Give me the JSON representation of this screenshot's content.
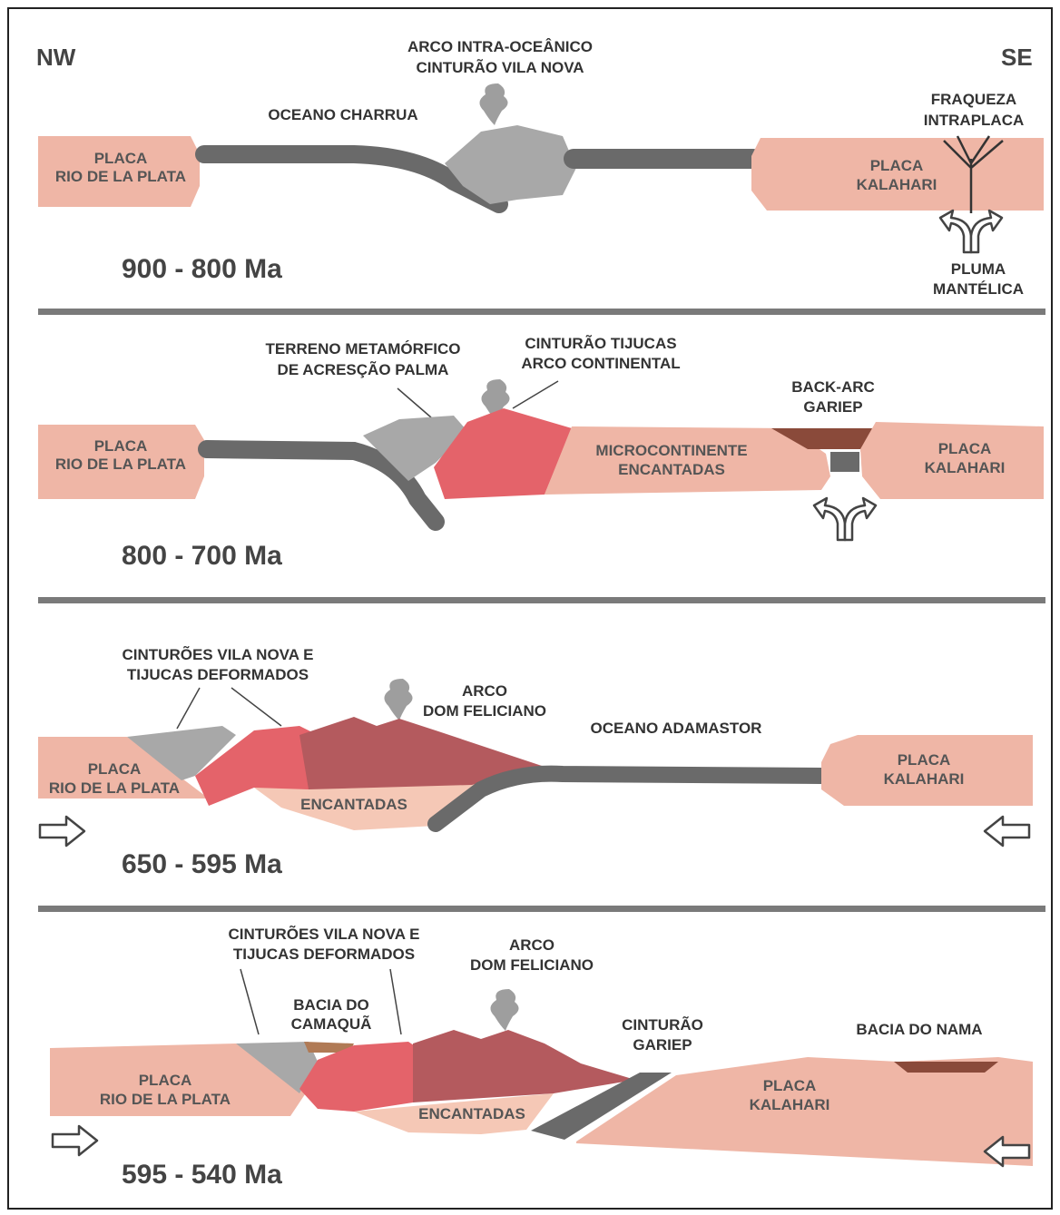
{
  "panels": [
    {
      "age": "900 - 800 Ma",
      "labels": {
        "nw": "NW",
        "se": "SE",
        "arc_line1": "ARCO INTRA-OCEÂNICO",
        "arc_line2": "CINTURÃO VILA NOVA",
        "ocean": "OCEANO CHARRUA",
        "weak_line1": "FRAQUEZA",
        "weak_line2": "INTRAPLACA",
        "plate_rp_line1": "PLACA",
        "plate_rp_line2": "RIO DE LA PLATA",
        "plate_ka_line1": "PLACA",
        "plate_ka_line2": "KALAHARI",
        "plume_line1": "PLUMA",
        "plume_line2": "MANTÉLICA"
      }
    },
    {
      "age": "800 - 700 Ma",
      "labels": {
        "terrane_line1": "TERRENO METAMÓRFICO",
        "terrane_line2": "DE ACRESÇÃO PALMA",
        "tijucas_line1": "CINTURÃO TIJUCAS",
        "tijucas_line2": "ARCO CONTINENTAL",
        "backarc_line1": "BACK-ARC",
        "backarc_line2": "GARIEP",
        "plate_rp_line1": "PLACA",
        "plate_rp_line2": "RIO DE LA PLATA",
        "micro_line1": "MICROCONTINENTE",
        "micro_line2": "ENCANTADAS",
        "plate_ka_line1": "PLACA",
        "plate_ka_line2": "KALAHARI"
      }
    },
    {
      "age": "650 - 595 Ma",
      "labels": {
        "belts_line1": "CINTURÕES VILA NOVA E",
        "belts_line2": "TIJUCAS DEFORMADOS",
        "arc_line1": "ARCO",
        "arc_line2": "DOM FELICIANO",
        "ocean": "OCEANO ADAMASTOR",
        "plate_rp_line1": "PLACA",
        "plate_rp_line2": "RIO DE LA PLATA",
        "encantadas": "ENCANTADAS",
        "plate_ka_line1": "PLACA",
        "plate_ka_line2": "KALAHARI"
      }
    },
    {
      "age": "595 - 540 Ma",
      "labels": {
        "belts_line1": "CINTURÕES VILA NOVA E",
        "belts_line2": "TIJUCAS DEFORMADOS",
        "arc_line1": "ARCO",
        "arc_line2": "DOM FELICIANO",
        "camaqua_line1": "BACIA DO",
        "camaqua_line2": "CAMAQUÃ",
        "gariep_line1": "CINTURÃO",
        "gariep_line2": "GARIEP",
        "nama": "BACIA DO NAMA",
        "plate_rp_line1": "PLACA",
        "plate_rp_line2": "RIO DE LA PLATA",
        "encantadas": "ENCANTADAS",
        "plate_ka_line1": "PLACA",
        "plate_ka_line2": "KALAHARI"
      }
    }
  ],
  "colors": {
    "plate": "#efb6a6",
    "slab": "#6a6a6a",
    "grey_terrane": "#a8a8a8",
    "red_belt": "#e4636a",
    "dark_red_arc": "#b45a5e",
    "backarc_basin": "#8a4a3a",
    "camaqua_basin": "#b07a55"
  }
}
